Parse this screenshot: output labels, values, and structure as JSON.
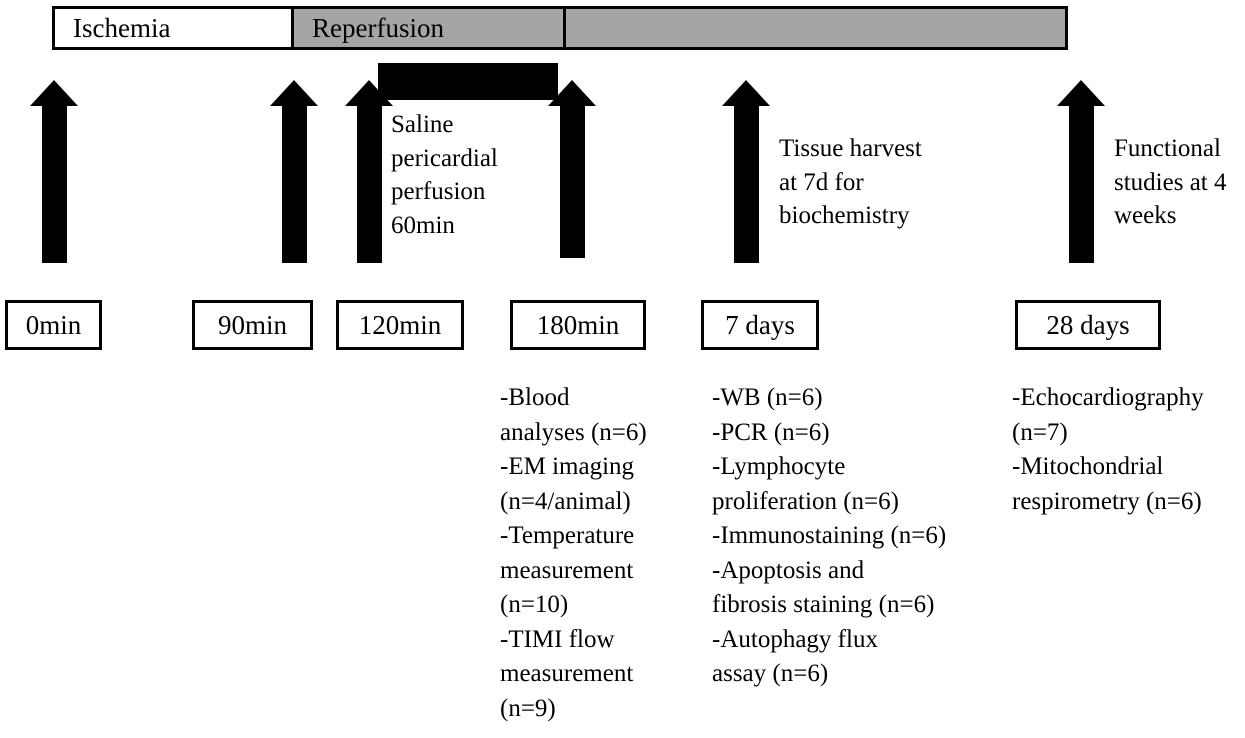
{
  "diagram": {
    "title_phases": {
      "segments": [
        {
          "label": "Ischemia",
          "color": "#ffffff"
        },
        {
          "label": "Reperfusion",
          "color": "#a5a5a5"
        },
        {
          "label": "",
          "color": "#a5a5a5"
        }
      ]
    },
    "intervention": {
      "bar_color": "#000000",
      "label": "Saline\npericardial\nperfusion\n60min"
    },
    "annotations": {
      "tissue_harvest": "Tissue harvest\nat 7d for\nbiochemistry",
      "functional_studies": "Functional\nstudies at 4\nweeks"
    },
    "timepoints": [
      {
        "label": "0min"
      },
      {
        "label": "90min"
      },
      {
        "label": "120min"
      },
      {
        "label": "180min"
      },
      {
        "label": "7 days"
      },
      {
        "label": "28 days"
      }
    ],
    "measurements": {
      "at_180min": [
        "-Blood\n analyses (n=6)",
        "-EM imaging\n(n=4/animal)",
        "-Temperature\n measurement\n(n=10)",
        "-TIMI flow\n measurement\n(n=9)"
      ],
      "at_7days": [
        "-WB (n=6)",
        "-PCR (n=6)",
        "-Lymphocyte\n proliferation (n=6)",
        "-Immunostaining (n=6)",
        "-Apoptosis and\n fibrosis staining (n=6)",
        "-Autophagy flux\n assay (n=6)"
      ],
      "at_28days": [
        "-Echocardiography\n(n=7)",
        "-Mitochondrial\n respirometry (n=6)"
      ]
    }
  }
}
